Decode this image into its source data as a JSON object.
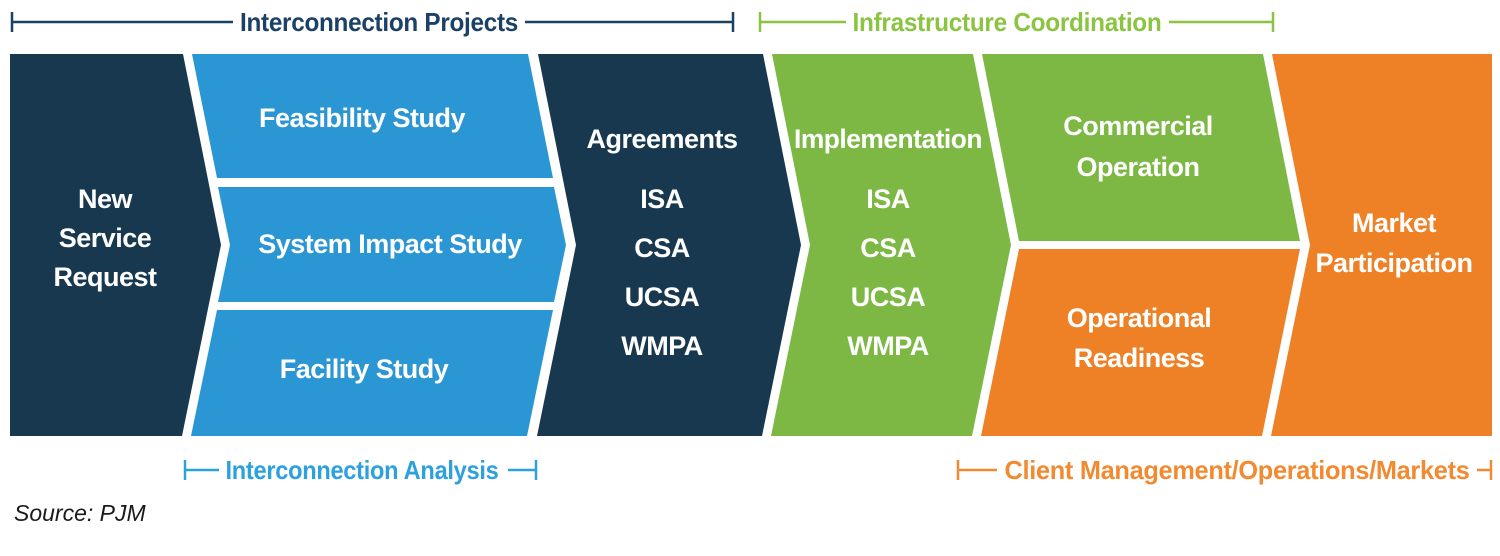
{
  "brackets": {
    "top_left": {
      "label": "Interconnection Projects",
      "color": "#1C4166"
    },
    "top_right": {
      "label": "Infrastructure Coordination",
      "color": "#8AC441"
    },
    "bottom_left": {
      "label": "Interconnection Analysis",
      "color": "#2CA1DE"
    },
    "bottom_right": {
      "label": "Client Management/Operations/Markets",
      "color": "#F28A32"
    }
  },
  "colors": {
    "navy": "#17384E",
    "blue": "#2A96D3",
    "green": "#7CB843",
    "orange": "#EE8125"
  },
  "segments": {
    "new_service_request": {
      "line1": "New",
      "line2": "Service",
      "line3": "Request"
    },
    "feasibility_study": "Feasibility Study",
    "system_impact_study": "System Impact Study",
    "facility_study": "Facility Study",
    "agreements": {
      "title": "Agreements",
      "items": [
        "ISA",
        "CSA",
        "UCSA",
        "WMPA"
      ]
    },
    "implementation": {
      "title": "Implementation",
      "items": [
        "ISA",
        "CSA",
        "UCSA",
        "WMPA"
      ]
    },
    "commercial_operation": {
      "line1": "Commercial",
      "line2": "Operation"
    },
    "operational_readiness": {
      "line1": "Operational",
      "line2": "Readiness"
    },
    "market_participation": {
      "line1": "Market",
      "line2": "Participation"
    }
  },
  "footer": {
    "source": "Source: PJM"
  }
}
